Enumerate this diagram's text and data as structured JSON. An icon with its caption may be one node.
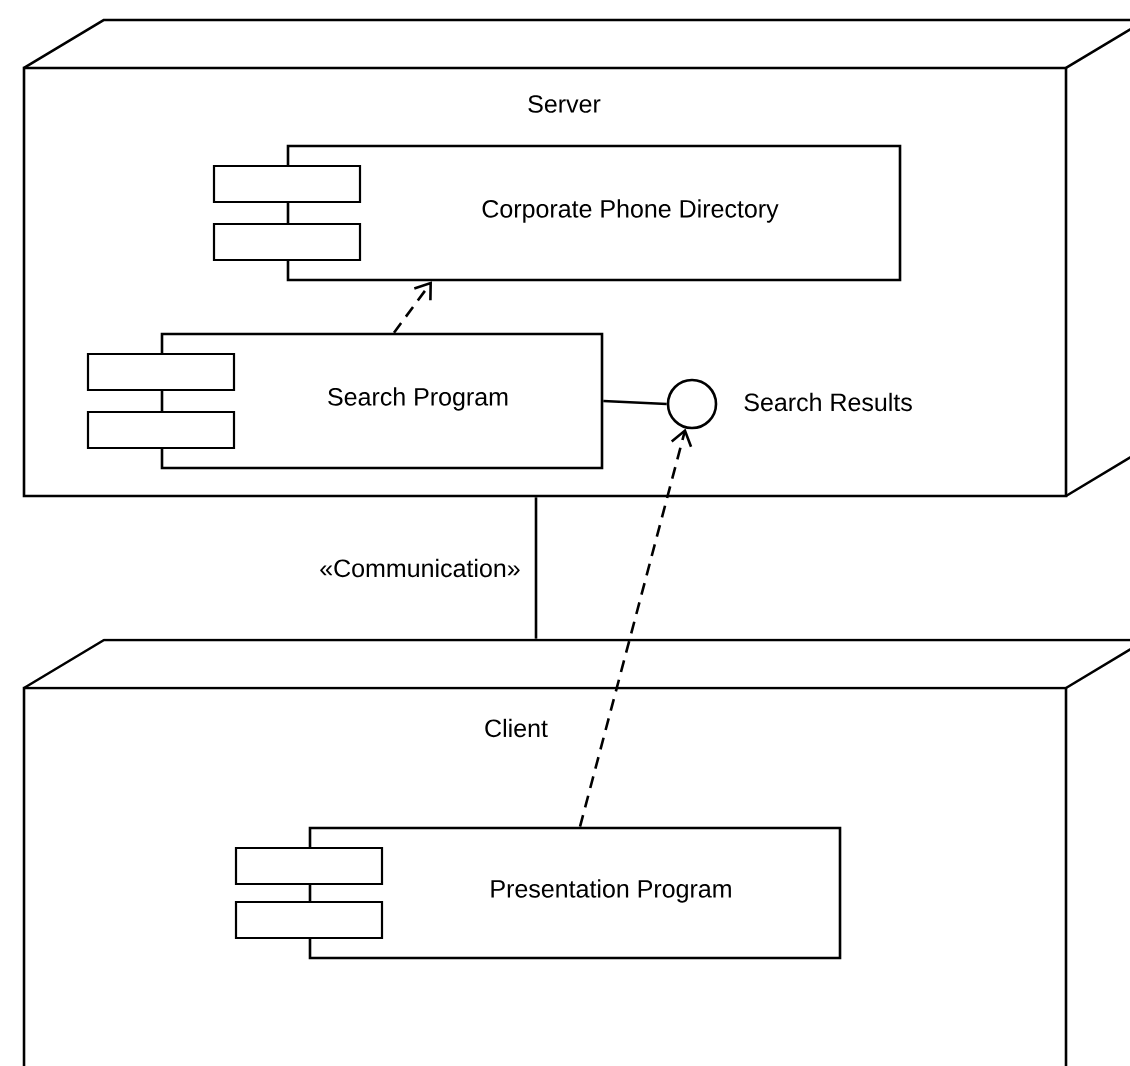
{
  "diagram": {
    "nodes": [
      {
        "text": [
          "Server"
        ]
      },
      {
        "text": [
          "Corporate Phone Directory"
        ],
        "in": 0
      },
      {
        "text": [
          "Search Program"
        ],
        "in": 0
      },
      {
        "text": [],
        "shape": "circle",
        "beside": [
          "Search Results"
        ],
        "in": 0
      },
      {
        "text": [
          "Client"
        ]
      },
      {
        "text": [
          "Presentation Program"
        ],
        "in": 4
      }
    ],
    "edges": [
      {
        "from": 2,
        "to": 1,
        "arrow": "to",
        "style": "dashed"
      },
      {
        "from": 2,
        "to": 3,
        "arrow": "none"
      },
      {
        "from": 5,
        "to": 3,
        "arrow": "to",
        "style": "dashed"
      },
      {
        "from": 0,
        "to": 4,
        "arrow": "none",
        "label": "«Communication»"
      }
    ]
  }
}
